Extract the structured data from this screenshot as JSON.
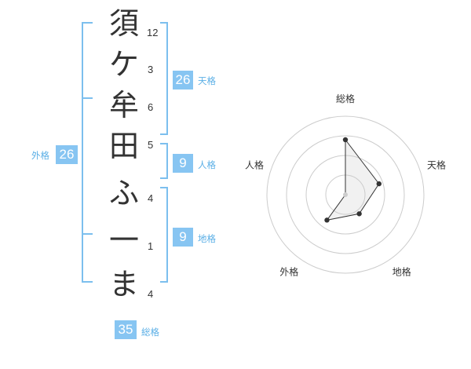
{
  "name_chars": [
    "須",
    "ケ",
    "牟",
    "田",
    "ふ",
    "一",
    "ま"
  ],
  "strokes": [
    "12",
    "3",
    "6",
    "5",
    "4",
    "1",
    "4"
  ],
  "scores": {
    "tenkaku": {
      "value": "26",
      "label": "天格"
    },
    "jinkaku": {
      "value": "9",
      "label": "人格"
    },
    "chikaku": {
      "value": "9",
      "label": "地格"
    },
    "gaikaku": {
      "value": "26",
      "label": "外格"
    },
    "soukaku": {
      "value": "35",
      "label": "総格"
    }
  },
  "radar": {
    "axes": [
      "総格",
      "天格",
      "地格",
      "外格",
      "人格"
    ],
    "levels": [
      0.7,
      0.45,
      0.3,
      0.4,
      0.0
    ],
    "max": 1.0,
    "rings": 4
  },
  "colors": {
    "accent": "#87c5f2",
    "bracket": "#7cbfee",
    "label": "#5bafe6",
    "text": "#333333"
  }
}
